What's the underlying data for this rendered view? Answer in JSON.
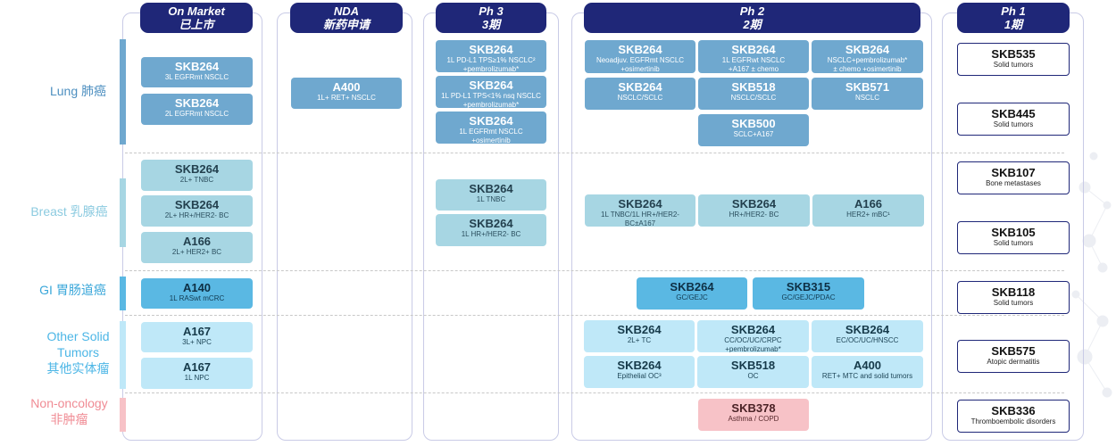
{
  "columns": {
    "on_market": {
      "en": "On Market",
      "zh": "已上市"
    },
    "nda": {
      "en": "NDA",
      "zh": "新药申请"
    },
    "ph3": {
      "en": "Ph 3",
      "zh": "3期"
    },
    "ph2": {
      "en": "Ph 2",
      "zh": "2期"
    },
    "ph1": {
      "en": "Ph 1",
      "zh": "1期"
    }
  },
  "categories": {
    "lung": "Lung 肺癌",
    "breast": "Breast 乳腺癌",
    "gi": "GI 胃肠道癌",
    "other_en": "Other Solid Tumors",
    "other_zh": "其他实体瘤",
    "nononc_en": "Non-oncology",
    "nononc_zh": "非肿瘤"
  },
  "colors": {
    "header": "#1f2778",
    "lung": "#6fa8cf",
    "breast": "#a7d6e3",
    "gi": "#5ab8e3",
    "other": "#bfe8f8",
    "non_oncology": "#f7c2c7"
  },
  "boxes": {
    "m1": {
      "name": "SKB264",
      "desc": "3L EGFRmt NSCLC"
    },
    "m2": {
      "name": "SKB264",
      "desc": "2L EGFRmt NSCLC"
    },
    "m3": {
      "name": "SKB264",
      "desc": "2L+ TNBC"
    },
    "m4": {
      "name": "SKB264",
      "desc": "2L+ HR+/HER2- BC"
    },
    "m5": {
      "name": "A166",
      "desc": "2L+ HER2+ BC"
    },
    "m6": {
      "name": "A140",
      "desc": "1L RASwt mCRC"
    },
    "m7": {
      "name": "A167",
      "desc": "3L+ NPC"
    },
    "m8": {
      "name": "A167",
      "desc": "1L NPC"
    },
    "n1": {
      "name": "A400",
      "desc": "1L+ RET+ NSCLC"
    },
    "p3_1": {
      "name": "SKB264",
      "desc": "1L PD-L1 TPS≥1% NSCLC²",
      "desc2": "+pembrolizumab*"
    },
    "p3_2": {
      "name": "SKB264",
      "desc": "1L PD-L1 TPS<1% nsq NSCLC",
      "desc2": "+pembrolizumab*"
    },
    "p3_3": {
      "name": "SKB264",
      "desc": "1L EGFRmt NSCLC",
      "desc2": "+osimertinib"
    },
    "p3_4": {
      "name": "SKB264",
      "desc": "1L TNBC"
    },
    "p3_5": {
      "name": "SKB264",
      "desc": "1L HR+/HER2- BC"
    },
    "p2_1": {
      "name": "SKB264",
      "desc": "Neoadjuv. EGFRmt NSCLC",
      "desc2": "+osimertinib"
    },
    "p2_2": {
      "name": "SKB264",
      "desc": "1L EGFRwt NSCLC",
      "desc2": "+A167 ± chemo"
    },
    "p2_3": {
      "name": "SKB264",
      "desc": "NSCLC+pembrolizumab*",
      "desc2": "± chemo +osimertinib"
    },
    "p2_4": {
      "name": "SKB264",
      "desc": "NSCLC/SCLC"
    },
    "p2_5": {
      "name": "SKB518",
      "desc": "NSCLC/SCLC"
    },
    "p2_6": {
      "name": "SKB571",
      "desc": "NSCLC"
    },
    "p2_7": {
      "name": "SKB500",
      "desc": "SCLC+A167"
    },
    "p2_8": {
      "name": "SKB264",
      "desc": "1L TNBC/1L HR+/HER2-",
      "desc2": "BC±A167"
    },
    "p2_9": {
      "name": "SKB264",
      "desc": "HR+/HER2- BC"
    },
    "p2_10": {
      "name": "A166",
      "desc": "HER2+ mBC¹"
    },
    "p2_11": {
      "name": "SKB264",
      "desc": "GC/GEJC"
    },
    "p2_12": {
      "name": "SKB315",
      "desc": "GC/GEJC/PDAC"
    },
    "p2_13": {
      "name": "SKB264",
      "desc": "2L+ TC"
    },
    "p2_14": {
      "name": "SKB264",
      "desc": "CC/OC/UC/CRPC",
      "desc2": "+pembrolizumab*"
    },
    "p2_15": {
      "name": "SKB264",
      "desc": "EC/OC/UC/HNSCC"
    },
    "p2_16": {
      "name": "SKB264",
      "desc": "Epithelial OC³"
    },
    "p2_17": {
      "name": "SKB518",
      "desc": "OC"
    },
    "p2_18": {
      "name": "A400",
      "desc": "RET+ MTC and solid tumors"
    },
    "p2_19": {
      "name": "SKB378",
      "desc": "Asthma / COPD"
    },
    "p1_1": {
      "name": "SKB535",
      "desc": "Solid tumors"
    },
    "p1_2": {
      "name": "SKB445",
      "desc": "Solid tumors"
    },
    "p1_3": {
      "name": "SKB107",
      "desc": "Bone metastases"
    },
    "p1_4": {
      "name": "SKB105",
      "desc": "Solid tumors"
    },
    "p1_5": {
      "name": "SKB118",
      "desc": "Solid tumors"
    },
    "p1_6": {
      "name": "SKB575",
      "desc": "Atopic dermatitis"
    },
    "p1_7": {
      "name": "SKB336",
      "desc": "Thromboembolic disorders"
    }
  }
}
